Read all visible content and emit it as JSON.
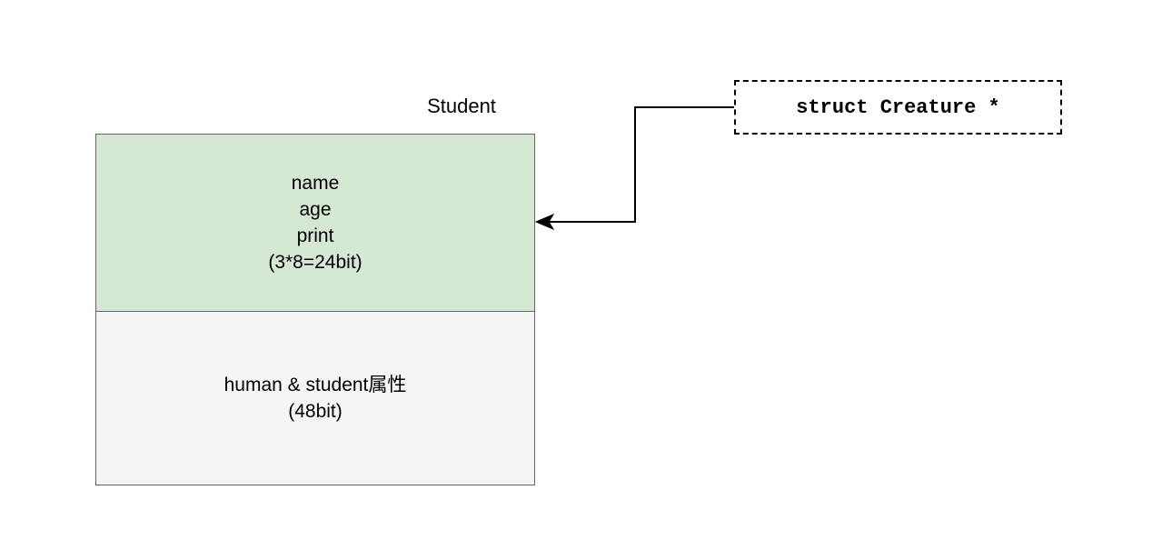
{
  "struct": {
    "title": "Student",
    "top_block": {
      "lines": [
        "name",
        "age",
        "print",
        "(3*8=24bit)"
      ],
      "fill_color": "#d5e8d4"
    },
    "bottom_block": {
      "lines": [
        "human & student属性",
        "(48bit)"
      ],
      "fill_color": "#f5f5f5"
    }
  },
  "pointer": {
    "label": "struct Creature *"
  }
}
